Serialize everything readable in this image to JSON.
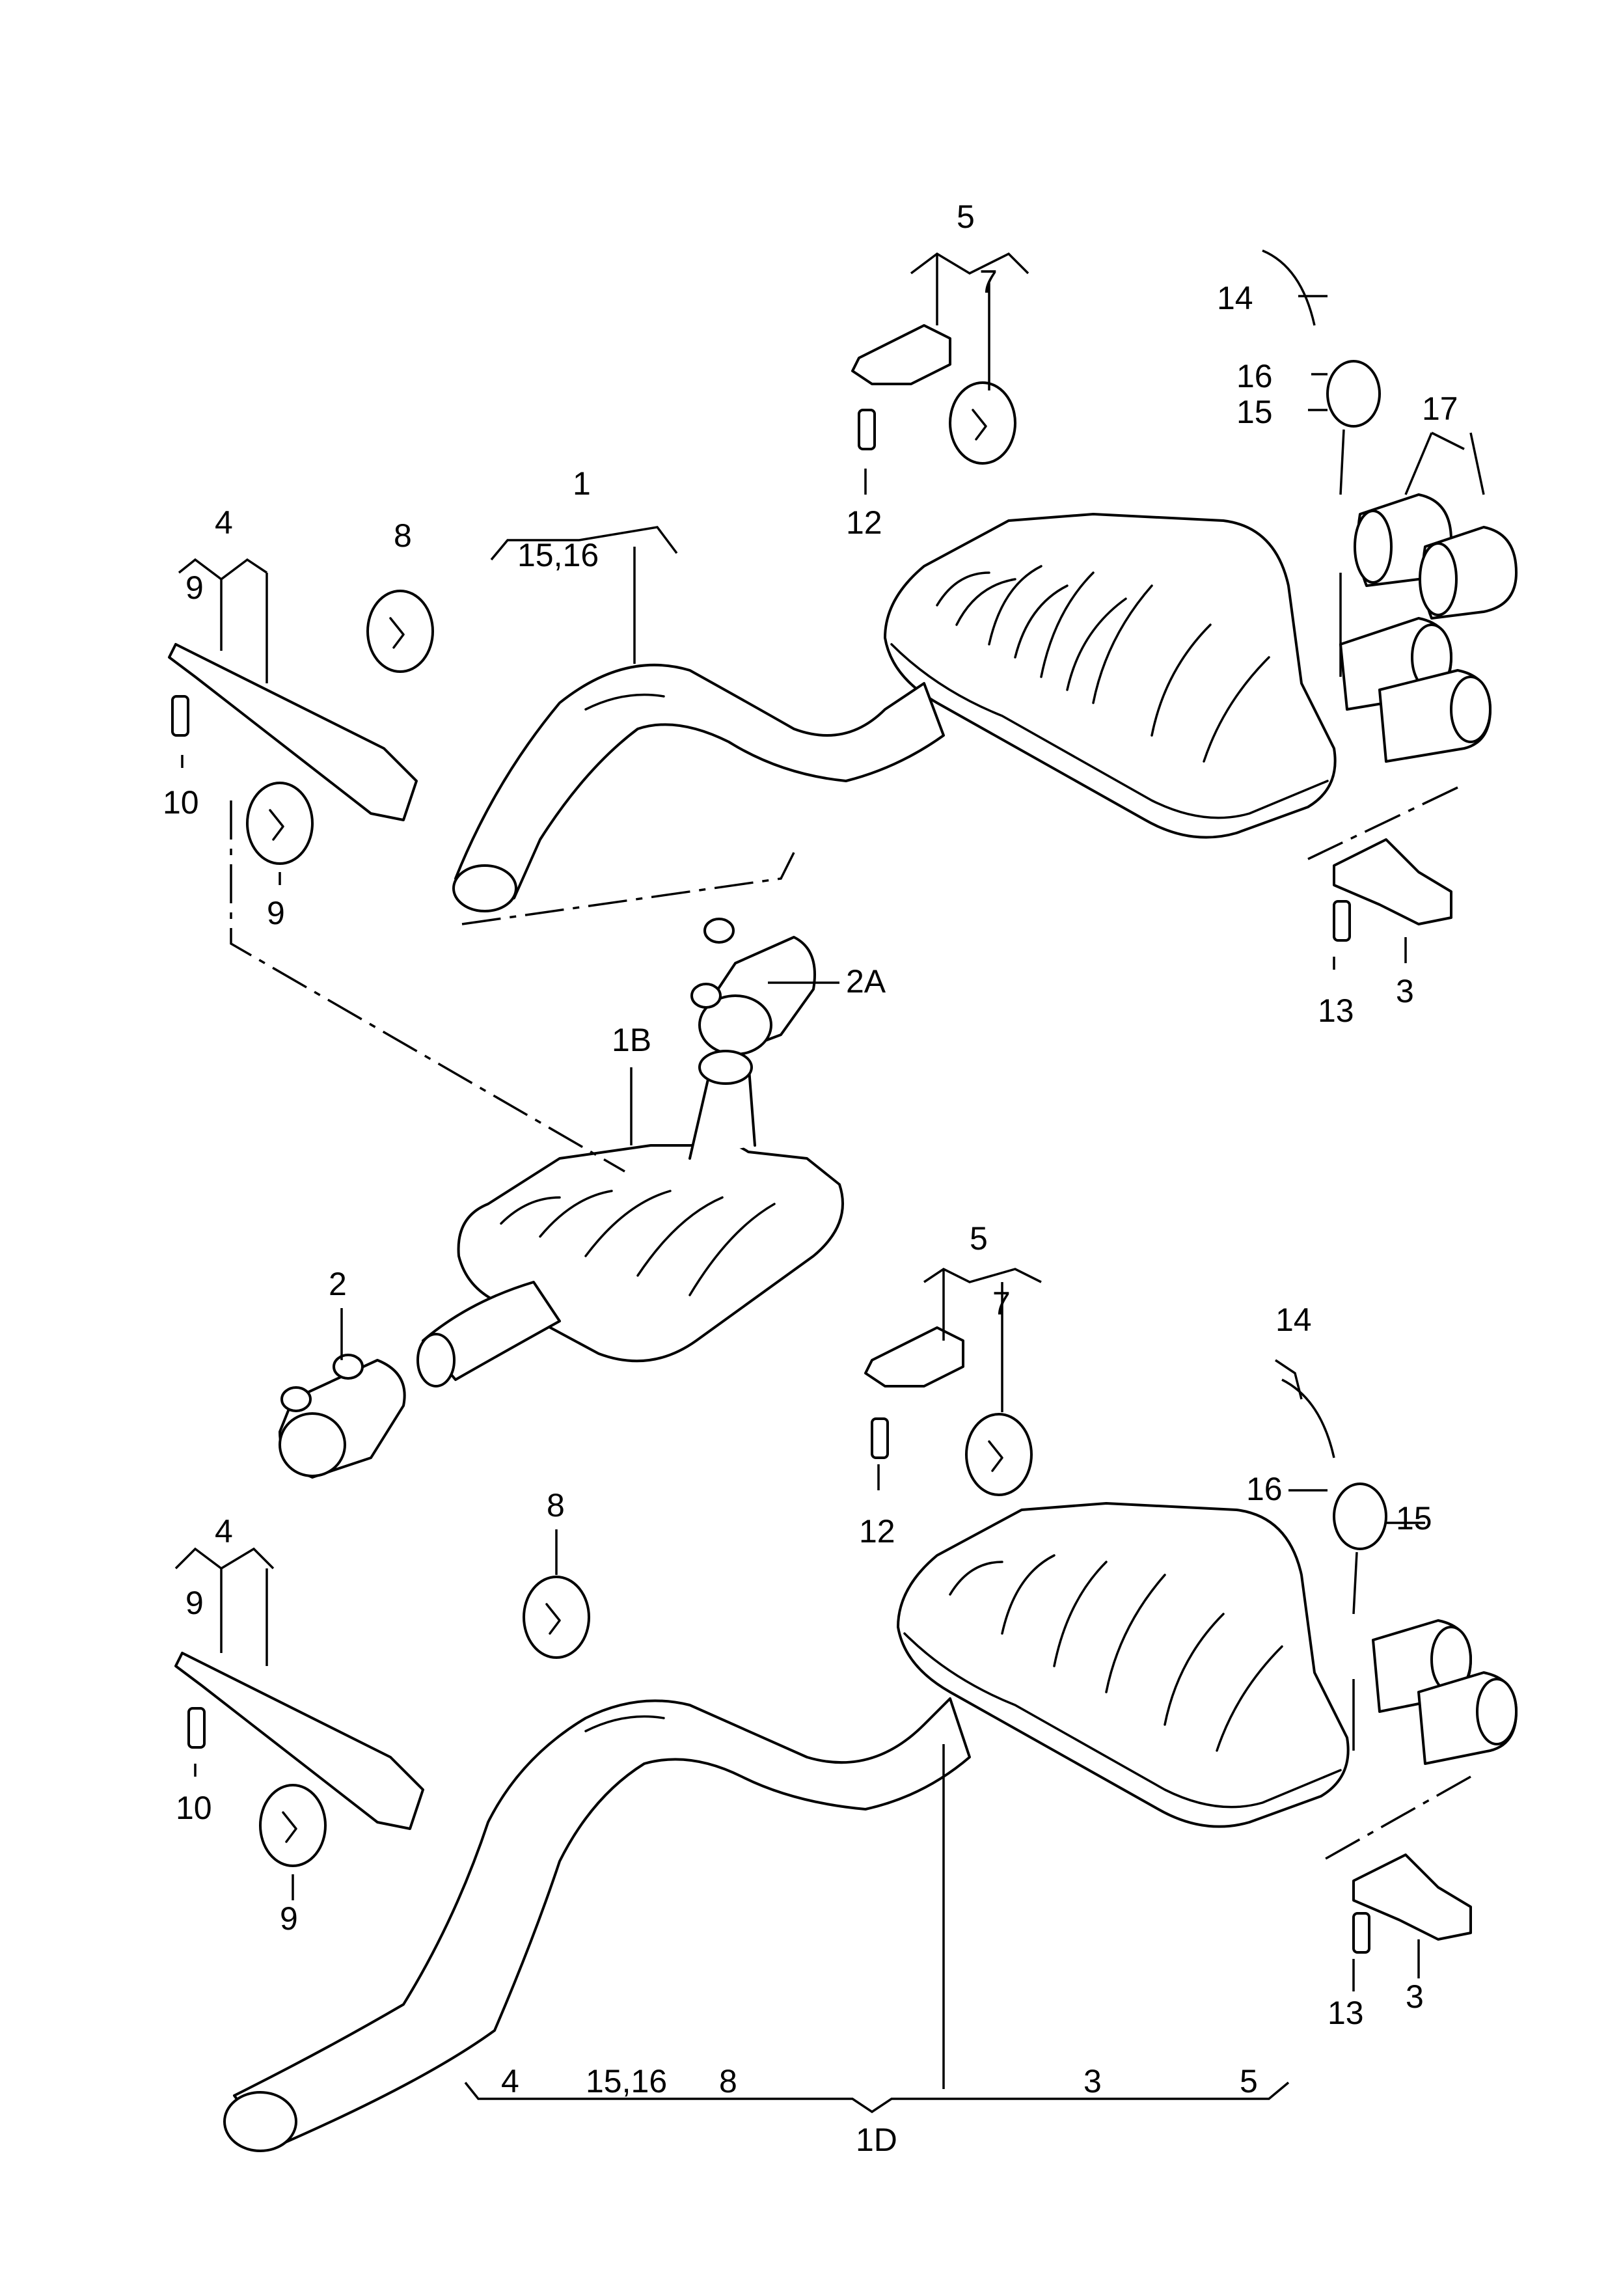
{
  "callouts": {
    "c_1": "1",
    "c_1_sub": "15,16",
    "c_2": "2",
    "c_2a": "2A",
    "c_1b": "1B",
    "c_1d": "1D",
    "top": {
      "c_4": "4",
      "c_9a": "9",
      "c_10": "10",
      "c_9b": "9",
      "c_8": "8",
      "c_5": "5",
      "c_7": "7",
      "c_12": "12",
      "c_14": "14",
      "c_16": "16",
      "c_15": "15",
      "c_17": "17",
      "c_13": "13",
      "c_3": "3"
    },
    "bottom": {
      "c_4": "4",
      "c_9a": "9",
      "c_10": "10",
      "c_9b": "9",
      "c_8": "8",
      "c_5": "5",
      "c_7": "7",
      "c_12": "12",
      "c_14": "14",
      "c_16": "16",
      "c_15": "15",
      "c_13": "13",
      "c_3": "3"
    },
    "bracket_1d": {
      "a": "4",
      "b": "15,16",
      "c": "8",
      "d": "3",
      "e": "5"
    }
  }
}
